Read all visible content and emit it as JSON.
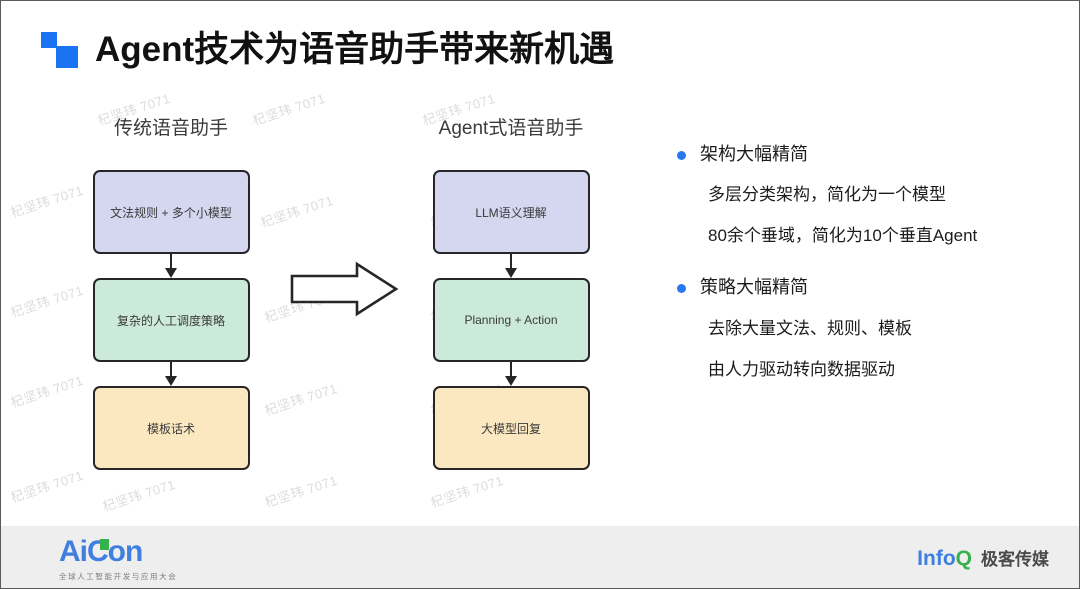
{
  "slide": {
    "title": "Agent技术为语音助手带来新机遇",
    "accent_color": "#1a73f0",
    "watermark_text": "杞坚玮 7071"
  },
  "diagram": {
    "transition_arrow": "right-arrow",
    "columns": [
      {
        "header": "传统语音助手",
        "boxes": [
          {
            "label": "文法规则 + 多个小模型",
            "color": "#d4d7ef"
          },
          {
            "label": "复杂的人工调度策略",
            "color": "#ccead9"
          },
          {
            "label": "模板话术",
            "color": "#fbe8c0"
          }
        ]
      },
      {
        "header": "Agent式语音助手",
        "boxes": [
          {
            "label": "LLM语义理解",
            "color": "#d4d7ef"
          },
          {
            "label": "Planning + Action",
            "color": "#ccead9"
          },
          {
            "label": "大模型回复",
            "color": "#fbe8c0"
          }
        ]
      }
    ]
  },
  "bullets": [
    {
      "heading": "架构大幅精简",
      "lines": [
        "多层分类架构，简化为一个模型",
        "80余个垂域，简化为10个垂直Agent"
      ]
    },
    {
      "heading": "策略大幅精简",
      "lines": [
        "去除大量文法、规则、模板",
        "由人力驱动转向数据驱动"
      ]
    }
  ],
  "footer": {
    "left_logo": {
      "name": "AiCon",
      "part_a": "A",
      "part_i": "i",
      "part_con": "Con",
      "subtitle": "全球人工智能开发与应用大会"
    },
    "right_logo": {
      "info": "Info",
      "q": "Q",
      "brand": "极客传媒"
    }
  }
}
